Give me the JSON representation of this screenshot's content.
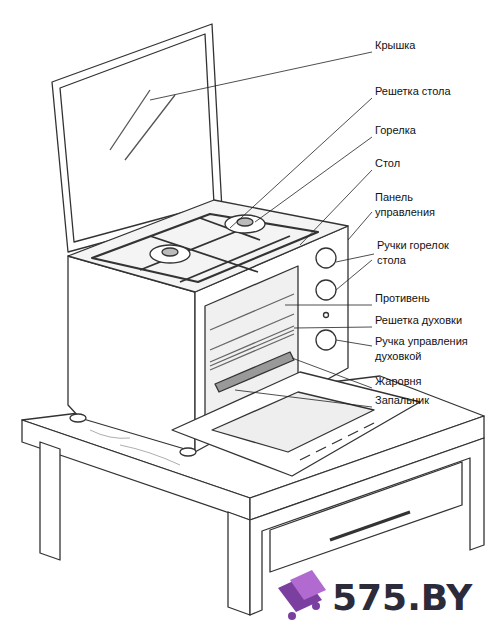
{
  "diagram": {
    "labels": [
      "Крышка",
      "Решетка стола",
      "Горелка",
      "Стол",
      "Панель управления",
      "Ручки горелок стола",
      "Противень",
      "Решетка духовки",
      "Ручка управления духовкой",
      "Жаровня",
      "Запальник",
      "575.BY"
    ]
  }
}
